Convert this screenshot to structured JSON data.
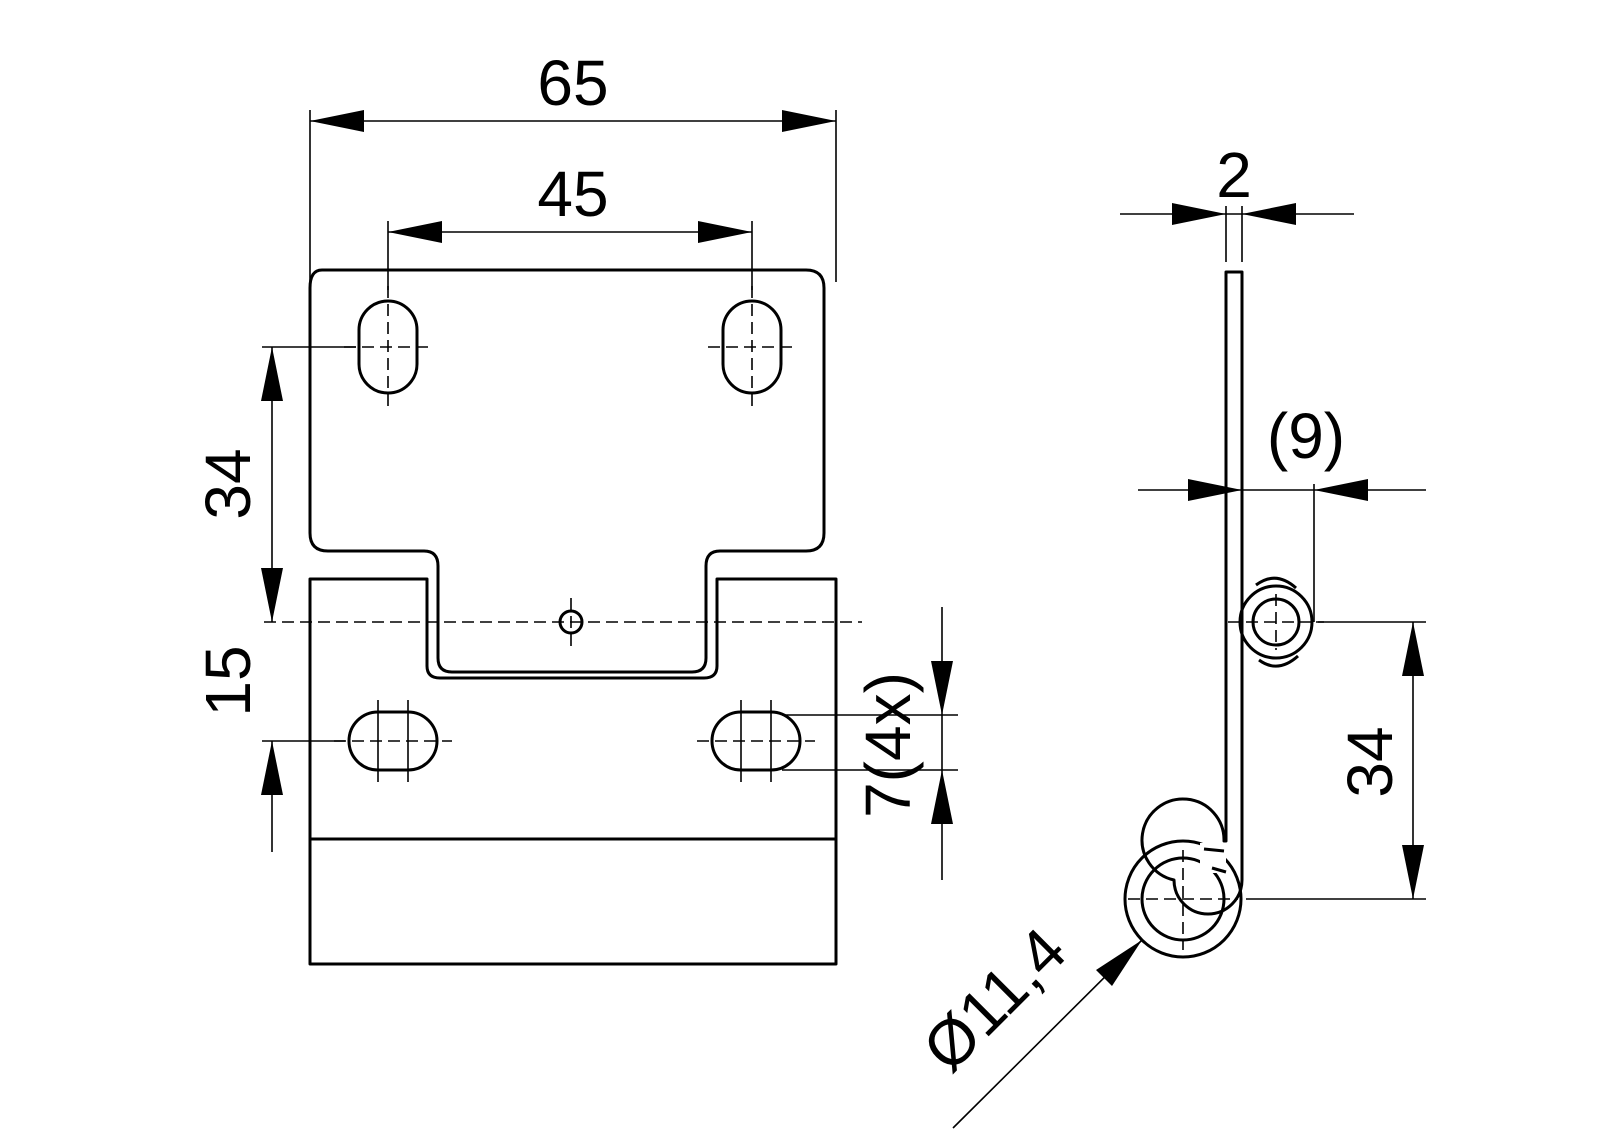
{
  "dimensions": {
    "total_width": "65",
    "hole_spacing": "45",
    "upper_height": "34",
    "lower_offset": "15",
    "slot_size": "7(4x)",
    "thickness": "2",
    "pin_offset": "(9)",
    "side_height": "34",
    "curl_diameter": "Ø11,4"
  },
  "colors": {
    "line": "#000000",
    "background": "#ffffff"
  }
}
